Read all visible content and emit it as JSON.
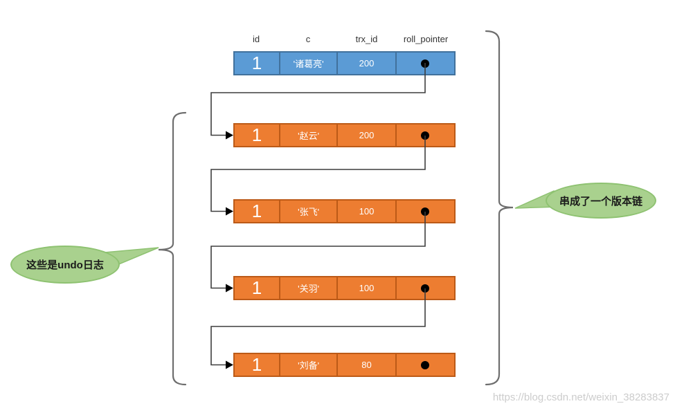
{
  "diagram": {
    "title_hint": "MVCC version chain with undo logs",
    "columns": [
      "id",
      "c",
      "trx_id",
      "roll_pointer"
    ],
    "rows": [
      {
        "type": "current",
        "id": "1",
        "c": "'诸葛亮'",
        "trx_id": "200",
        "roll_pointer_icon": "black-dot"
      },
      {
        "type": "undo",
        "id": "1",
        "c": "'赵云'",
        "trx_id": "200",
        "roll_pointer_icon": "black-dot"
      },
      {
        "type": "undo",
        "id": "1",
        "c": "'张飞'",
        "trx_id": "100",
        "roll_pointer_icon": "black-dot"
      },
      {
        "type": "undo",
        "id": "1",
        "c": "'关羽'",
        "trx_id": "100",
        "roll_pointer_icon": "black-dot"
      },
      {
        "type": "undo",
        "id": "1",
        "c": "'刘备'",
        "trx_id": "80",
        "roll_pointer_icon": "black-dot"
      }
    ]
  },
  "bubbles": {
    "left": "这些是undo日志",
    "right": "串成了一个版本链"
  },
  "watermark": "https://blog.csdn.net/weixin_38283837",
  "colors": {
    "current_row_fill": "#5B9BD5",
    "current_row_border": "#41719C",
    "undo_row_fill": "#ED7D31",
    "undo_row_border": "#BC5A17",
    "bubble_fill": "#A9D18E",
    "bubble_border": "#8EC271",
    "connector": "#3d3d3d",
    "bracket": "#6e6e6e"
  }
}
